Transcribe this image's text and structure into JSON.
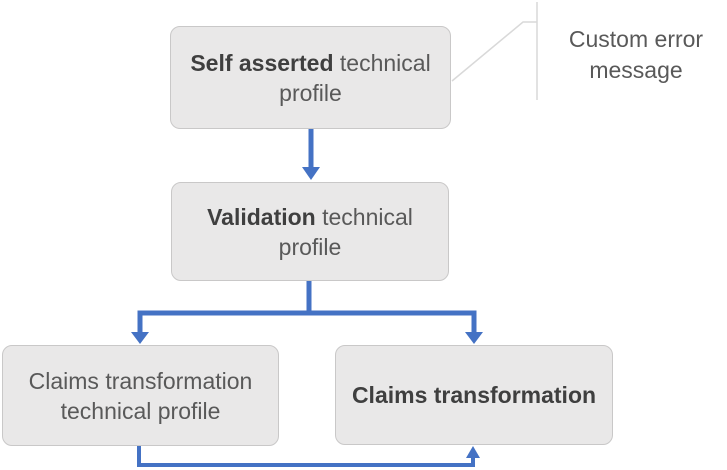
{
  "diagram": {
    "boxes": [
      {
        "id": "self-asserted",
        "bold": "Self asserted",
        "regular": " technical profile"
      },
      {
        "id": "validation",
        "bold": "Validation",
        "regular": " technical profile"
      },
      {
        "id": "claims-transformation-technical-profile",
        "bold": "",
        "regular": "Claims transformation technical profile"
      },
      {
        "id": "claims-transformation",
        "bold": "Claims transformation",
        "regular": ""
      }
    ],
    "callout": {
      "label": "Custom error message"
    }
  },
  "colors": {
    "arrow_blue": "#4472c4",
    "box_fill": "#e9e8e8",
    "box_border": "#c9c8c8",
    "callout_line": "#d9d9d9",
    "text_bold": "#3f3f3f",
    "text_regular": "#595959"
  }
}
